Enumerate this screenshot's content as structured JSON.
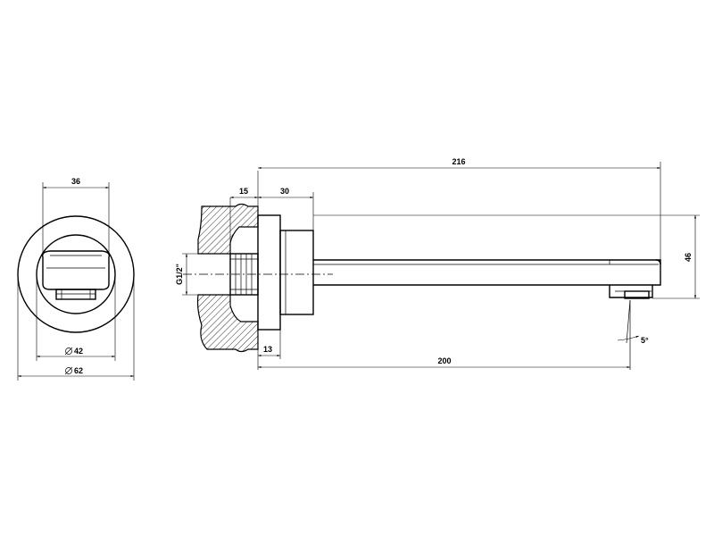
{
  "dimensions": {
    "width_36": "36",
    "diameter_42": "42",
    "diameter_62": "62",
    "length_216": "216",
    "length_15": "15",
    "length_30": "30",
    "thread": "G1/2\"",
    "height_46": "46",
    "length_13": "13",
    "length_200": "200",
    "angle_mark": "5°"
  },
  "colors": {
    "line": "#000000",
    "background": "#ffffff",
    "hatch": "#000000"
  }
}
